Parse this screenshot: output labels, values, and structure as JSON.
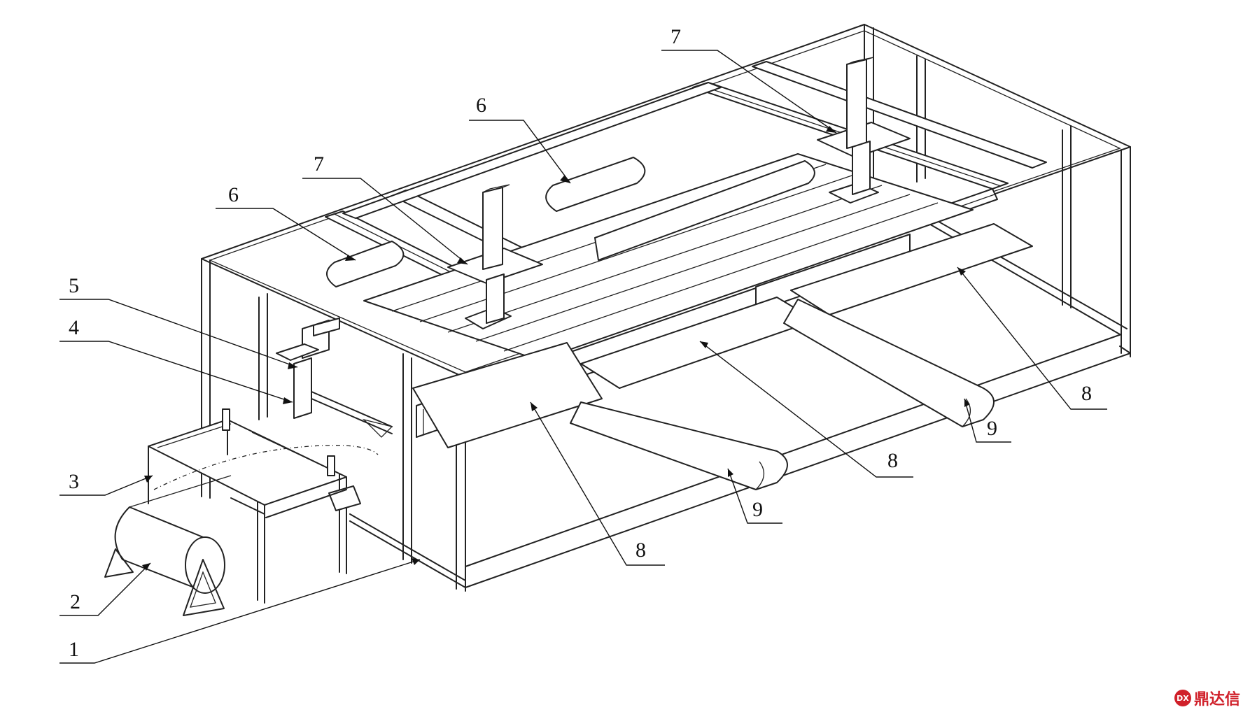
{
  "labels": [
    {
      "id": "1",
      "text": "1"
    },
    {
      "id": "2",
      "text": "2"
    },
    {
      "id": "3",
      "text": "3"
    },
    {
      "id": "4",
      "text": "4"
    },
    {
      "id": "5",
      "text": "5"
    },
    {
      "id": "6a",
      "text": "6"
    },
    {
      "id": "6b",
      "text": "6"
    },
    {
      "id": "7a",
      "text": "7"
    },
    {
      "id": "7b",
      "text": "7"
    },
    {
      "id": "8a",
      "text": "8"
    },
    {
      "id": "8b",
      "text": "8"
    },
    {
      "id": "8c",
      "text": "8"
    },
    {
      "id": "9a",
      "text": "9"
    },
    {
      "id": "9b",
      "text": "9"
    }
  ],
  "watermark": {
    "icon": "logo-circle-icon",
    "text": "鼎达信",
    "color": "#d0202a"
  }
}
